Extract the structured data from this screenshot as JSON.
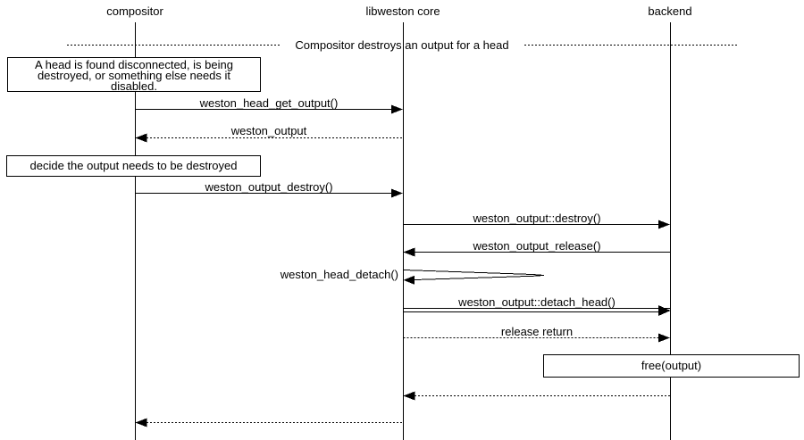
{
  "diagram": {
    "background": "#ffffff",
    "line_color": "#000000",
    "text_color": "#000000",
    "actors": [
      {
        "label": "compositor"
      },
      {
        "label": "libweston core"
      },
      {
        "label": "backend"
      }
    ],
    "divider": {
      "label": "Compositor destroys an output for a head"
    },
    "notes": [
      {
        "line1": "A head is found disconnected, is being",
        "line2": "destroyed, or something else needs it",
        "line3": "disabled."
      },
      {
        "text": "decide the output needs to be destroyed"
      },
      {
        "text": "free(output)"
      }
    ],
    "messages": [
      {
        "label": "weston_head_get_output()",
        "from": "compositor",
        "to": "libweston core",
        "line": "solid"
      },
      {
        "label": "weston_output",
        "from": "libweston core",
        "to": "compositor",
        "line": "dotted"
      },
      {
        "label": "weston_output_destroy()",
        "from": "compositor",
        "to": "libweston core",
        "line": "solid"
      },
      {
        "label": "weston_output::destroy()",
        "from": "libweston core",
        "to": "backend",
        "line": "solid"
      },
      {
        "label": "weston_output_release()",
        "from": "backend",
        "to": "libweston core",
        "line": "solid"
      },
      {
        "label": "weston_head_detach()",
        "from": "libweston core",
        "to": "libweston core",
        "line": "self"
      },
      {
        "label": "weston_output::detach_head()",
        "from": "libweston core",
        "to": "backend",
        "line": "solid-double"
      },
      {
        "label": "release return",
        "from": "libweston core",
        "to": "backend",
        "line": "dotted"
      },
      {
        "label": "",
        "from": "backend",
        "to": "libweston core",
        "line": "dotted"
      },
      {
        "label": "",
        "from": "libweston core",
        "to": "compositor",
        "line": "dotted"
      }
    ]
  }
}
